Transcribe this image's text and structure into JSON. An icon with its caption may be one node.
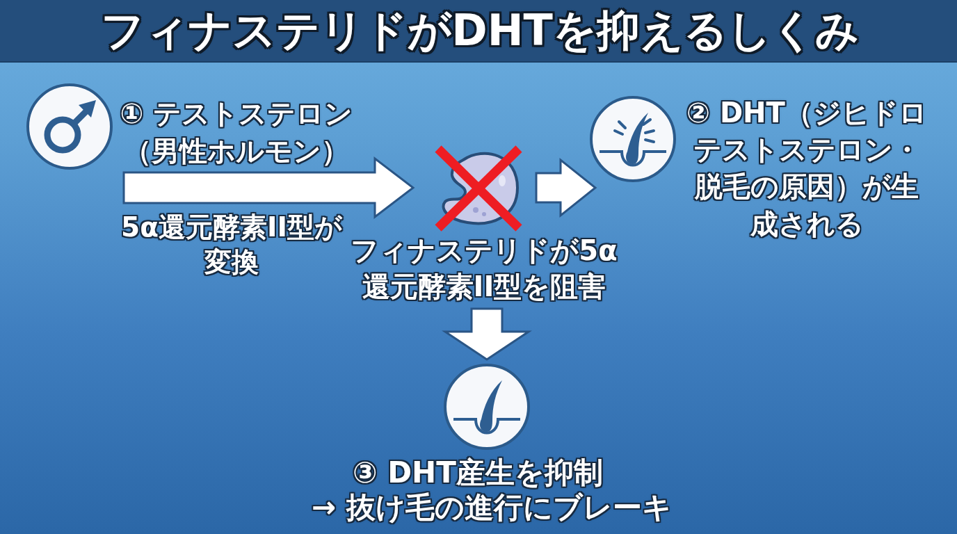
{
  "diagram": {
    "title": "フィナステリドがDHTを抑えるしくみ",
    "nodes": [
      {
        "text": [],
        "shape": "circle",
        "beside": [
          "① テストステロン（男性ホルモン）"
        ]
      },
      {
        "text": [],
        "shape": "picture"
      },
      {
        "text": [],
        "shape": "circle",
        "beside": [
          "② DHT（ジヒドロテストステロン・脱毛の原因）が生成される"
        ]
      },
      {
        "text": [
          "フィナステリドが5α還元酵素II型を阻害"
        ]
      },
      {
        "text": [],
        "shape": "circle",
        "beside": [
          "③ DHT産生を抑制",
          "→ 抜け毛の進行にブレーキ"
        ]
      }
    ],
    "edges": [
      {
        "from": 0,
        "to": 1,
        "arrow": "to",
        "label": "5α還元酵素II型が変換"
      },
      {
        "from": 1,
        "to": 2,
        "arrow": "to"
      },
      {
        "from": 3,
        "to": 4,
        "arrow": "to"
      }
    ]
  }
}
